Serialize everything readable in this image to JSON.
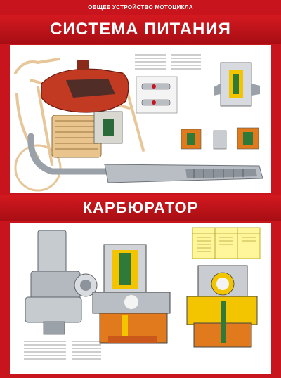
{
  "poster": {
    "top_caption": "ОБЩЕЕ УСТРОЙСТВО МОТОЦИКЛА",
    "section1_title": "СИСТЕМА ПИТАНИЯ",
    "section2_title": "КАРБЮРАТОР"
  },
  "colors": {
    "red": "#c8141c",
    "tank": "#c23a22",
    "fuel_yellow": "#f2c500",
    "fuel_orange": "#e07a1c",
    "metal_grey": "#b9bec4"
  }
}
